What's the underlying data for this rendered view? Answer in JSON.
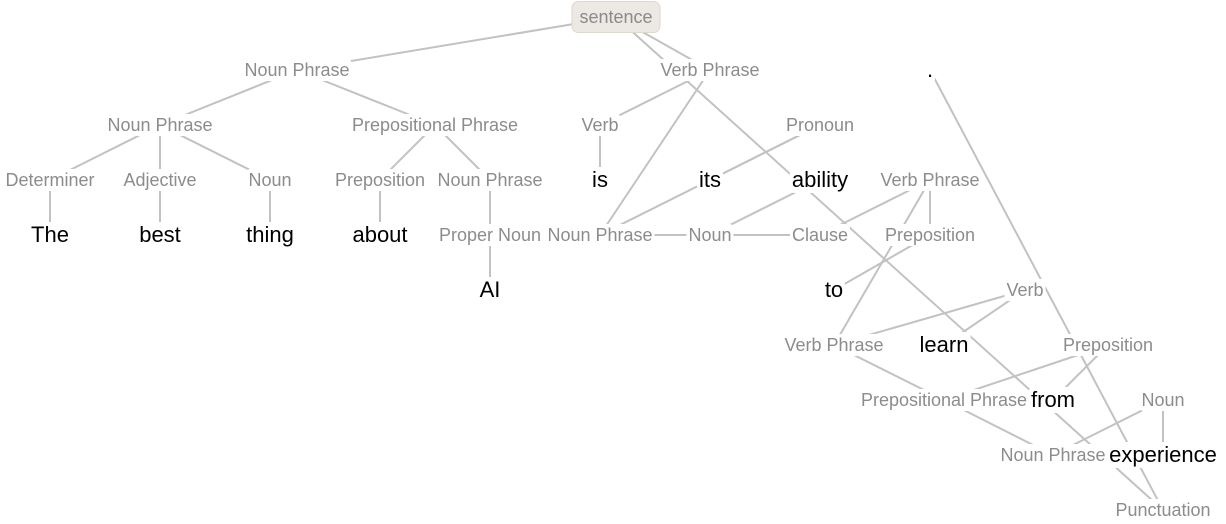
{
  "tree": {
    "label": "sentence",
    "children": [
      {
        "label": "Noun Phrase",
        "children": [
          {
            "label": "Noun Phrase",
            "children": [
              {
                "label": "Determiner",
                "children": [
                  {
                    "label": "The",
                    "word": true
                  }
                ]
              },
              {
                "label": "Adjective",
                "children": [
                  {
                    "label": "best",
                    "word": true
                  }
                ]
              },
              {
                "label": "Noun",
                "children": [
                  {
                    "label": "thing",
                    "word": true
                  }
                ]
              }
            ]
          },
          {
            "label": "Prepositional Phrase",
            "children": [
              {
                "label": "Preposition",
                "children": [
                  {
                    "label": "about",
                    "word": true
                  }
                ]
              },
              {
                "label": "Noun Phrase",
                "children": [
                  {
                    "label": "Proper Noun",
                    "children": [
                      {
                        "label": "AI",
                        "word": true
                      }
                    ]
                  }
                ]
              }
            ]
          }
        ]
      },
      {
        "label": "Verb Phrase",
        "children": [
          {
            "label": "Verb",
            "children": [
              {
                "label": "is",
                "word": true
              }
            ]
          },
          {
            "label": "Noun Phrase",
            "children": [
              {
                "label": "Pronoun",
                "children": [
                  {
                    "label": "its",
                    "word": true
                  }
                ]
              },
              {
                "label": "Noun",
                "children": [
                  {
                    "label": "ability",
                    "word": true
                  }
                ]
              },
              {
                "label": "Clause",
                "children": [
                  {
                    "label": "Verb Phrase",
                    "children": [
                      {
                        "label": "Preposition",
                        "children": [
                          {
                            "label": "to",
                            "word": true
                          }
                        ]
                      },
                      {
                        "label": "Verb Phrase",
                        "children": [
                          {
                            "label": "Verb",
                            "children": [
                              {
                                "label": "learn",
                                "word": true
                              }
                            ]
                          },
                          {
                            "label": "Prepositional Phrase",
                            "children": [
                              {
                                "label": "Preposition",
                                "children": [
                                  {
                                    "label": "from",
                                    "word": true
                                  }
                                ]
                              },
                              {
                                "label": "Noun Phrase",
                                "children": [
                                  {
                                    "label": "Noun",
                                    "children": [
                                      {
                                        "label": "experience",
                                        "word": true
                                      }
                                    ]
                                  }
                                ]
                              }
                            ]
                          }
                        ]
                      }
                    ]
                  }
                ]
              }
            ]
          }
        ]
      },
      {
        "label": "Punctuation",
        "children": [
          {
            "label": ".",
            "word": true
          }
        ]
      }
    ]
  },
  "colors": {
    "edge": "#c2c2c2",
    "category_text": "#8c8c8c",
    "word_text": "#000000",
    "root_fill": "#ece8e4"
  }
}
